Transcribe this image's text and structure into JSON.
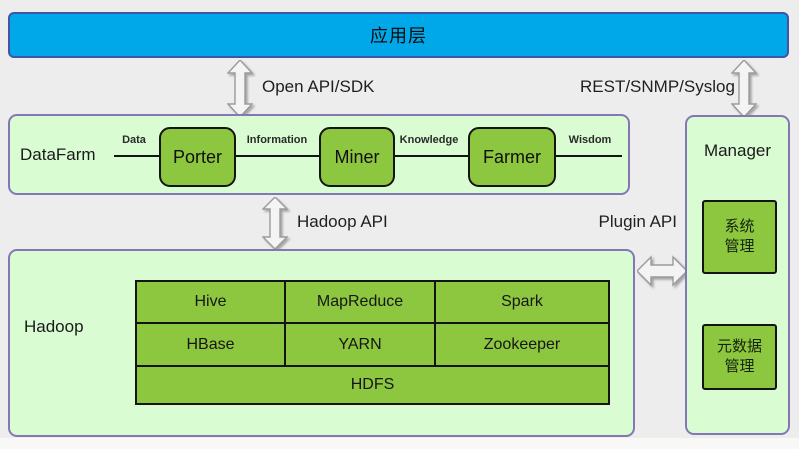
{
  "app_layer": {
    "label": "应用层"
  },
  "connectors": {
    "open_api": "Open API/SDK",
    "rest_snmp_syslog": "REST/SNMP/Syslog",
    "hadoop_api": "Hadoop API",
    "plugin_api": "Plugin API"
  },
  "datafarm": {
    "title": "DataFarm",
    "flow_labels": [
      "Data",
      "Information",
      "Knowledge",
      "Wisdom"
    ],
    "nodes": [
      "Porter",
      "Miner",
      "Farmer"
    ]
  },
  "hadoop": {
    "title": "Hadoop",
    "grid": [
      [
        "Hive",
        "MapReduce",
        "Spark"
      ],
      [
        "HBase",
        "YARN",
        "Zookeeper"
      ]
    ],
    "base_row": "HDFS"
  },
  "manager": {
    "title": "Manager",
    "modules": [
      {
        "line1": "系统",
        "line2": "管理"
      },
      {
        "line1": "元数据",
        "line2": "管理"
      }
    ]
  },
  "colors": {
    "app_layer_fill": "#00a7e9",
    "app_layer_border": "#4553a5",
    "panel_fill": "#d9fcd3",
    "panel_border": "#8577b5",
    "node_fill": "#8dc63f",
    "node_border": "#141414",
    "background": "#ededed",
    "arrow_fill": "#f4f4f4"
  }
}
